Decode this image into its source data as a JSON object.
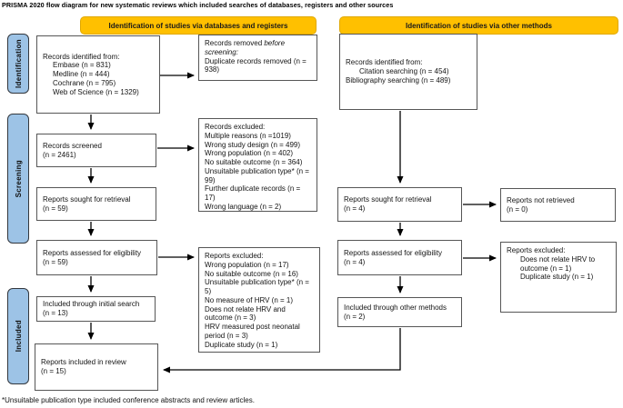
{
  "title": "PRISMA 2020 flow diagram for new systematic reviews which included searches of databases, registers and other sources",
  "headers": {
    "databases": "Identification of studies via databases and registers",
    "other": "Identification of studies via other methods"
  },
  "stages": {
    "identification": "Identification",
    "screening": "Screening",
    "included": "Included"
  },
  "colors": {
    "header_bg": "#FFC000",
    "stage_bg": "#9DC3E6",
    "box_border": "#565656",
    "arrow": "#000000"
  },
  "boxes": {
    "records_identified_db": {
      "lines": [
        "Records identified from:",
        "Embase (n = 831)",
        "Medline (n = 444)",
        "Cochrane (n = 795)",
        "Web of Science (n = 1329)"
      ]
    },
    "records_removed": {
      "prefix": "Records removed ",
      "italic": "before screening:",
      "line2": "Duplicate records removed (n = 938)"
    },
    "records_screened": {
      "lines": [
        "Records screened",
        "(n = 2461)"
      ]
    },
    "records_excluded": {
      "title": "Records excluded:",
      "lines": [
        "Multiple reasons (n =1019)",
        "Wrong study design (n = 499)",
        "Wrong population (n = 402)",
        "No suitable outcome (n = 364)",
        "Unsuitable publication type* (n = 99)",
        "Further duplicate records (n = 17)",
        "Wrong language (n = 2)"
      ]
    },
    "reports_sought_db": {
      "lines": [
        "Reports sought for retrieval",
        "(n = 59)"
      ]
    },
    "reports_assessed_db": {
      "lines": [
        "Reports assessed for eligibility",
        "(n = 59)"
      ]
    },
    "reports_excluded_db": {
      "title": "Reports excluded:",
      "lines": [
        "Wrong population (n = 17)",
        "No suitable outcome (n = 16)",
        "Unsuitable publication type* (n = 5)",
        "No measure of HRV (n = 1)",
        "Does not relate HRV and outcome (n = 3)",
        "HRV measured post neonatal period (n = 3)",
        "Duplicate study (n = 1)"
      ]
    },
    "included_initial": {
      "lines": [
        "Included through initial search",
        "(n = 13)"
      ]
    },
    "reports_included": {
      "lines": [
        "Reports included in review",
        "(n = 15)"
      ]
    },
    "records_identified_other": {
      "lines": [
        "Records identified from:",
        "Citation searching (n = 454)",
        "Bibliography searching (n = 489)"
      ]
    },
    "reports_sought_other": {
      "lines": [
        "Reports sought for retrieval",
        "(n = 4)"
      ]
    },
    "reports_not_retrieved": {
      "lines": [
        "Reports not retrieved",
        "(n = 0)"
      ]
    },
    "reports_assessed_other": {
      "lines": [
        "Reports assessed for eligibility",
        "(n = 4)"
      ]
    },
    "reports_excluded_other": {
      "title": "Reports excluded:",
      "lines": [
        "Does not relate HRV to outcome (n = 1)",
        "Duplicate study (n = 1)"
      ]
    },
    "included_other": {
      "lines": [
        "Included through other methods",
        "(n = 2)"
      ]
    }
  },
  "footnote": "*Unsuitable publication type included conference abstracts and review articles."
}
